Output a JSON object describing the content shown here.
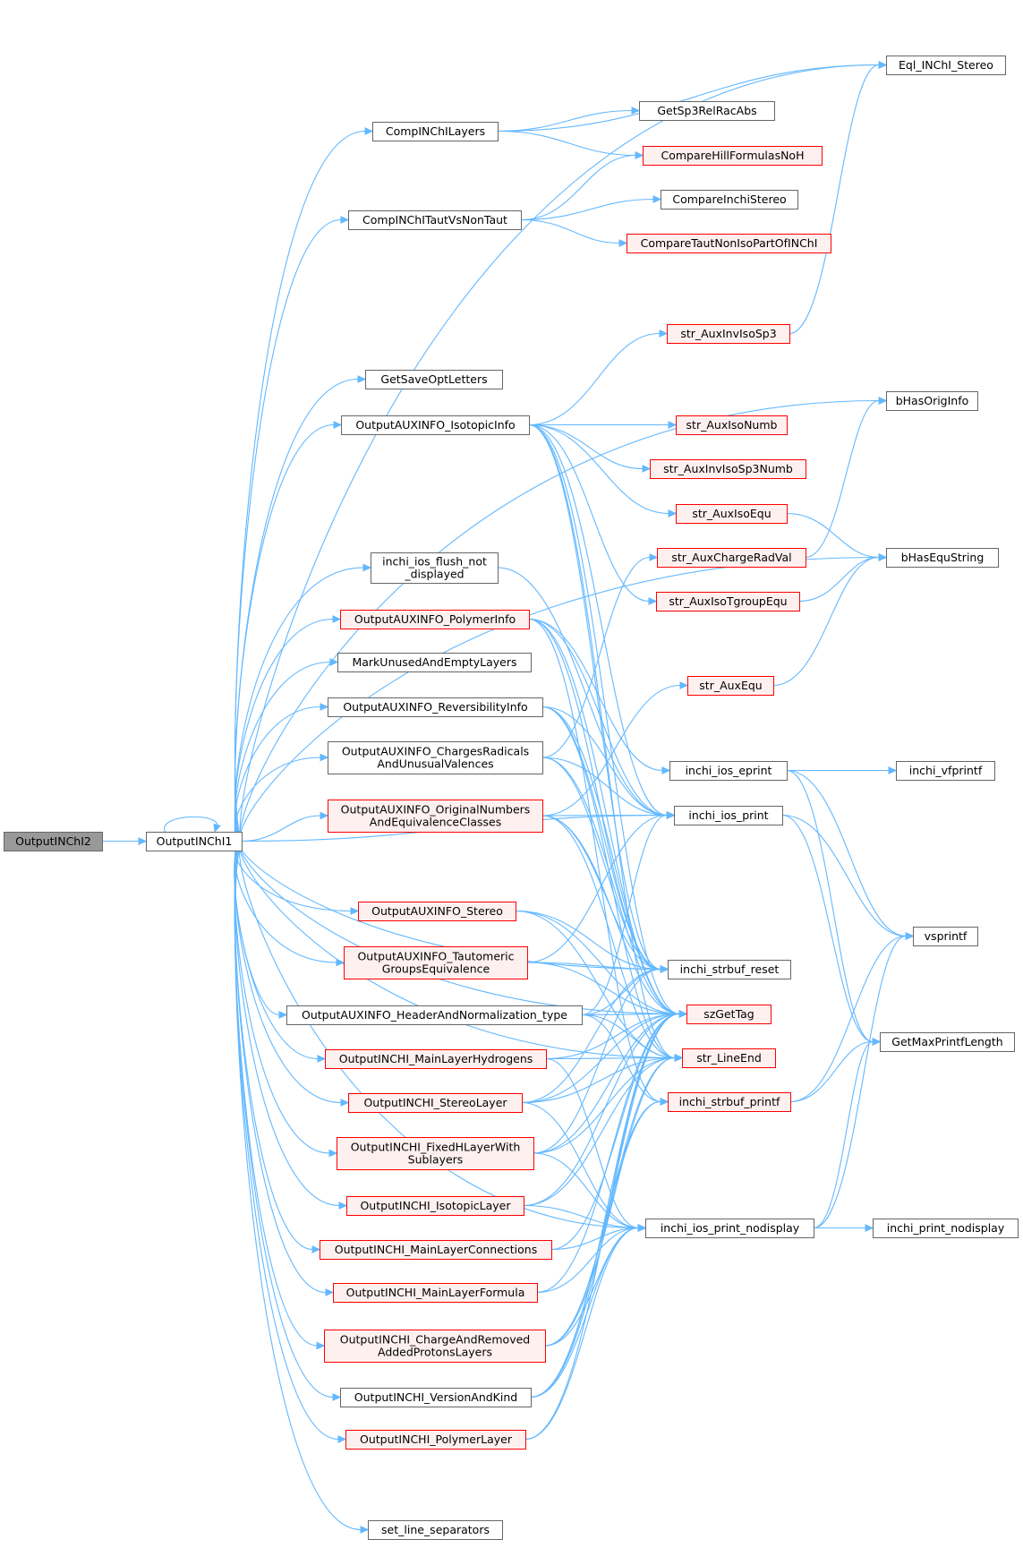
{
  "colors": {
    "edge": "#63b8ff",
    "node_plain_fill": "#ffffff",
    "node_plain_stroke": "#666666",
    "node_red_fill": "#fff0f0",
    "node_red_stroke": "#ff0000",
    "node_root_fill": "#999999",
    "node_root_stroke": "#666666"
  },
  "nodes": [
    {
      "id": "OutputINChI2",
      "label": "OutputINChI2",
      "style": "root"
    },
    {
      "id": "OutputINChI1",
      "label": "OutputINChI1",
      "style": "plain"
    },
    {
      "id": "CompINChILayers",
      "label": "CompINChILayers",
      "style": "plain"
    },
    {
      "id": "CompINChITautVsNonTaut",
      "label": "CompINChITautVsNonTaut",
      "style": "plain"
    },
    {
      "id": "GetSaveOptLetters",
      "label": "GetSaveOptLetters",
      "style": "plain"
    },
    {
      "id": "OutputAUXINFO_IsotopicInfo",
      "label": "OutputAUXINFO_IsotopicInfo",
      "style": "plain"
    },
    {
      "id": "inchi_ios_flush_not_displayed",
      "label": "inchi_ios_flush_not\n_displayed",
      "style": "plain"
    },
    {
      "id": "OutputAUXINFO_PolymerInfo",
      "label": "OutputAUXINFO_PolymerInfo",
      "style": "red"
    },
    {
      "id": "MarkUnusedAndEmptyLayers",
      "label": "MarkUnusedAndEmptyLayers",
      "style": "plain"
    },
    {
      "id": "OutputAUXINFO_ReversibilityInfo",
      "label": "OutputAUXINFO_ReversibilityInfo",
      "style": "plain"
    },
    {
      "id": "OutputAUXINFO_ChargesRadicals",
      "label": "OutputAUXINFO_ChargesRadicals\nAndUnusualValences",
      "style": "plain"
    },
    {
      "id": "OutputAUXINFO_OriginalNumbers",
      "label": "OutputAUXINFO_OriginalNumbers\nAndEquivalenceClasses",
      "style": "red"
    },
    {
      "id": "OutputAUXINFO_Stereo",
      "label": "OutputAUXINFO_Stereo",
      "style": "red"
    },
    {
      "id": "OutputAUXINFO_Tautomeric",
      "label": "OutputAUXINFO_Tautomeric\nGroupsEquivalence",
      "style": "red"
    },
    {
      "id": "OutputAUXINFO_HeaderAndNormalization_type",
      "label": "OutputAUXINFO_HeaderAndNormalization_type",
      "style": "plain"
    },
    {
      "id": "OutputINCHI_MainLayerHydrogens",
      "label": "OutputINCHI_MainLayerHydrogens",
      "style": "red"
    },
    {
      "id": "OutputINCHI_StereoLayer",
      "label": "OutputINCHI_StereoLayer",
      "style": "red"
    },
    {
      "id": "OutputINCHI_FixedHLayerWith",
      "label": "OutputINCHI_FixedHLayerWith\nSublayers",
      "style": "red"
    },
    {
      "id": "OutputINCHI_IsotopicLayer",
      "label": "OutputINCHI_IsotopicLayer",
      "style": "red"
    },
    {
      "id": "OutputINCHI_MainLayerConnections",
      "label": "OutputINCHI_MainLayerConnections",
      "style": "red"
    },
    {
      "id": "OutputINCHI_MainLayerFormula",
      "label": "OutputINCHI_MainLayerFormula",
      "style": "red"
    },
    {
      "id": "OutputINCHI_ChargeAndRemoved",
      "label": "OutputINCHI_ChargeAndRemoved\nAddedProtonsLayers",
      "style": "red"
    },
    {
      "id": "OutputINCHI_VersionAndKind",
      "label": "OutputINCHI_VersionAndKind",
      "style": "plain"
    },
    {
      "id": "OutputINCHI_PolymerLayer",
      "label": "OutputINCHI_PolymerLayer",
      "style": "red"
    },
    {
      "id": "set_line_separators",
      "label": "set_line_separators",
      "style": "plain"
    },
    {
      "id": "GetSp3RelRacAbs",
      "label": "GetSp3RelRacAbs",
      "style": "plain"
    },
    {
      "id": "CompareHillFormulasNoH",
      "label": "CompareHillFormulasNoH",
      "style": "red"
    },
    {
      "id": "CompareInchiStereo",
      "label": "CompareInchiStereo",
      "style": "plain"
    },
    {
      "id": "CompareTautNonIsoPartOfINChI",
      "label": "CompareTautNonIsoPartOfINChI",
      "style": "red"
    },
    {
      "id": "str_AuxInvIsoSp3",
      "label": "str_AuxInvIsoSp3",
      "style": "red"
    },
    {
      "id": "str_AuxIsoNumb",
      "label": "str_AuxIsoNumb",
      "style": "red"
    },
    {
      "id": "str_AuxInvIsoSp3Numb",
      "label": "str_AuxInvIsoSp3Numb",
      "style": "red"
    },
    {
      "id": "str_AuxIsoEqu",
      "label": "str_AuxIsoEqu",
      "style": "red"
    },
    {
      "id": "str_AuxChargeRadVal",
      "label": "str_AuxChargeRadVal",
      "style": "red"
    },
    {
      "id": "str_AuxIsoTgroupEqu",
      "label": "str_AuxIsoTgroupEqu",
      "style": "red"
    },
    {
      "id": "str_AuxEqu",
      "label": "str_AuxEqu",
      "style": "red"
    },
    {
      "id": "inchi_ios_eprint",
      "label": "inchi_ios_eprint",
      "style": "plain"
    },
    {
      "id": "inchi_ios_print",
      "label": "inchi_ios_print",
      "style": "plain"
    },
    {
      "id": "inchi_strbuf_reset",
      "label": "inchi_strbuf_reset",
      "style": "plain"
    },
    {
      "id": "szGetTag",
      "label": "szGetTag",
      "style": "red"
    },
    {
      "id": "str_LineEnd",
      "label": "str_LineEnd",
      "style": "red"
    },
    {
      "id": "inchi_strbuf_printf",
      "label": "inchi_strbuf_printf",
      "style": "red"
    },
    {
      "id": "inchi_ios_print_nodisplay",
      "label": "inchi_ios_print_nodisplay",
      "style": "plain"
    },
    {
      "id": "Eql_INChI_Stereo",
      "label": "Eql_INChI_Stereo",
      "style": "plain"
    },
    {
      "id": "bHasOrigInfo",
      "label": "bHasOrigInfo",
      "style": "plain"
    },
    {
      "id": "bHasEquString",
      "label": "bHasEquString",
      "style": "plain"
    },
    {
      "id": "inchi_vfprintf",
      "label": "inchi_vfprintf",
      "style": "plain"
    },
    {
      "id": "vsprintf",
      "label": "vsprintf",
      "style": "plain"
    },
    {
      "id": "GetMaxPrintfLength",
      "label": "GetMaxPrintfLength",
      "style": "plain"
    },
    {
      "id": "inchi_print_nodisplay",
      "label": "inchi_print_nodisplay",
      "style": "plain"
    }
  ],
  "edges": [
    [
      "OutputINChI2",
      "OutputINChI1"
    ],
    [
      "OutputINChI1",
      "OutputINChI1"
    ],
    [
      "OutputINChI1",
      "CompINChILayers"
    ],
    [
      "OutputINChI1",
      "CompINChITautVsNonTaut"
    ],
    [
      "OutputINChI1",
      "GetSaveOptLetters"
    ],
    [
      "OutputINChI1",
      "OutputAUXINFO_IsotopicInfo"
    ],
    [
      "OutputINChI1",
      "inchi_ios_flush_not_displayed"
    ],
    [
      "OutputINChI1",
      "OutputAUXINFO_PolymerInfo"
    ],
    [
      "OutputINChI1",
      "MarkUnusedAndEmptyLayers"
    ],
    [
      "OutputINChI1",
      "OutputAUXINFO_ReversibilityInfo"
    ],
    [
      "OutputINChI1",
      "OutputAUXINFO_ChargesRadicals"
    ],
    [
      "OutputINChI1",
      "OutputAUXINFO_OriginalNumbers"
    ],
    [
      "OutputINChI1",
      "OutputAUXINFO_Stereo"
    ],
    [
      "OutputINChI1",
      "OutputAUXINFO_Tautomeric"
    ],
    [
      "OutputINChI1",
      "OutputAUXINFO_HeaderAndNormalization_type"
    ],
    [
      "OutputINChI1",
      "OutputINCHI_MainLayerHydrogens"
    ],
    [
      "OutputINChI1",
      "OutputINCHI_StereoLayer"
    ],
    [
      "OutputINChI1",
      "OutputINCHI_FixedHLayerWith"
    ],
    [
      "OutputINChI1",
      "OutputINCHI_IsotopicLayer"
    ],
    [
      "OutputINChI1",
      "OutputINCHI_MainLayerConnections"
    ],
    [
      "OutputINChI1",
      "OutputINCHI_MainLayerFormula"
    ],
    [
      "OutputINChI1",
      "OutputINCHI_ChargeAndRemoved"
    ],
    [
      "OutputINChI1",
      "OutputINCHI_VersionAndKind"
    ],
    [
      "OutputINChI1",
      "OutputINCHI_PolymerLayer"
    ],
    [
      "OutputINChI1",
      "set_line_separators"
    ],
    [
      "OutputINChI1",
      "Eql_INChI_Stereo"
    ],
    [
      "OutputINChI1",
      "bHasOrigInfo"
    ],
    [
      "OutputINChI1",
      "bHasEquString"
    ],
    [
      "OutputINChI1",
      "inchi_ios_print"
    ],
    [
      "OutputINChI1",
      "inchi_strbuf_reset"
    ],
    [
      "OutputINChI1",
      "inchi_ios_print_nodisplay"
    ],
    [
      "OutputINChI1",
      "szGetTag"
    ],
    [
      "OutputINChI1",
      "str_LineEnd"
    ],
    [
      "CompINChILayers",
      "Eql_INChI_Stereo"
    ],
    [
      "CompINChILayers",
      "GetSp3RelRacAbs"
    ],
    [
      "CompINChILayers",
      "CompareHillFormulasNoH"
    ],
    [
      "CompINChITautVsNonTaut",
      "CompareHillFormulasNoH"
    ],
    [
      "CompINChITautVsNonTaut",
      "CompareInchiStereo"
    ],
    [
      "CompINChITautVsNonTaut",
      "CompareTautNonIsoPartOfINChI"
    ],
    [
      "OutputAUXINFO_IsotopicInfo",
      "str_AuxInvIsoSp3"
    ],
    [
      "OutputAUXINFO_IsotopicInfo",
      "str_AuxIsoNumb"
    ],
    [
      "OutputAUXINFO_IsotopicInfo",
      "str_AuxInvIsoSp3Numb"
    ],
    [
      "OutputAUXINFO_IsotopicInfo",
      "str_AuxIsoEqu"
    ],
    [
      "OutputAUXINFO_IsotopicInfo",
      "str_AuxIsoTgroupEqu"
    ],
    [
      "OutputAUXINFO_IsotopicInfo",
      "inchi_ios_print"
    ],
    [
      "OutputAUXINFO_IsotopicInfo",
      "inchi_strbuf_reset"
    ],
    [
      "OutputAUXINFO_IsotopicInfo",
      "szGetTag"
    ],
    [
      "OutputAUXINFO_IsotopicInfo",
      "str_LineEnd"
    ],
    [
      "inchi_ios_flush_not_displayed",
      "inchi_ios_print"
    ],
    [
      "OutputAUXINFO_PolymerInfo",
      "inchi_ios_print"
    ],
    [
      "OutputAUXINFO_PolymerInfo",
      "inchi_strbuf_reset"
    ],
    [
      "OutputAUXINFO_PolymerInfo",
      "szGetTag"
    ],
    [
      "OutputAUXINFO_PolymerInfo",
      "inchi_strbuf_printf"
    ],
    [
      "OutputAUXINFO_PolymerInfo",
      "inchi_ios_eprint"
    ],
    [
      "OutputAUXINFO_ReversibilityInfo",
      "inchi_ios_print"
    ],
    [
      "OutputAUXINFO_ReversibilityInfo",
      "inchi_strbuf_reset"
    ],
    [
      "OutputAUXINFO_ReversibilityInfo",
      "szGetTag"
    ],
    [
      "OutputAUXINFO_ReversibilityInfo",
      "str_LineEnd"
    ],
    [
      "OutputAUXINFO_ChargesRadicals",
      "str_AuxChargeRadVal"
    ],
    [
      "OutputAUXINFO_ChargesRadicals",
      "inchi_ios_print"
    ],
    [
      "OutputAUXINFO_ChargesRadicals",
      "inchi_strbuf_reset"
    ],
    [
      "OutputAUXINFO_ChargesRadicals",
      "szGetTag"
    ],
    [
      "OutputAUXINFO_OriginalNumbers",
      "str_AuxEqu"
    ],
    [
      "OutputAUXINFO_OriginalNumbers",
      "inchi_ios_print"
    ],
    [
      "OutputAUXINFO_OriginalNumbers",
      "inchi_strbuf_reset"
    ],
    [
      "OutputAUXINFO_OriginalNumbers",
      "szGetTag"
    ],
    [
      "OutputAUXINFO_OriginalNumbers",
      "str_LineEnd"
    ],
    [
      "OutputAUXINFO_Stereo",
      "inchi_strbuf_reset"
    ],
    [
      "OutputAUXINFO_Stereo",
      "szGetTag"
    ],
    [
      "OutputAUXINFO_Stereo",
      "str_LineEnd"
    ],
    [
      "OutputAUXINFO_Tautomeric",
      "inchi_strbuf_reset"
    ],
    [
      "OutputAUXINFO_Tautomeric",
      "szGetTag"
    ],
    [
      "OutputAUXINFO_Tautomeric",
      "inchi_ios_print"
    ],
    [
      "OutputAUXINFO_HeaderAndNormalization_type",
      "inchi_ios_print"
    ],
    [
      "OutputAUXINFO_HeaderAndNormalization_type",
      "szGetTag"
    ],
    [
      "OutputAUXINFO_HeaderAndNormalization_type",
      "str_LineEnd"
    ],
    [
      "OutputAUXINFO_HeaderAndNormalization_type",
      "inchi_strbuf_printf"
    ],
    [
      "OutputAUXINFO_HeaderAndNormalization_type",
      "inchi_strbuf_reset"
    ],
    [
      "OutputINCHI_MainLayerHydrogens",
      "szGetTag"
    ],
    [
      "OutputINCHI_MainLayerHydrogens",
      "str_LineEnd"
    ],
    [
      "OutputINCHI_MainLayerHydrogens",
      "inchi_ios_print_nodisplay"
    ],
    [
      "OutputINCHI_StereoLayer",
      "szGetTag"
    ],
    [
      "OutputINCHI_StereoLayer",
      "str_LineEnd"
    ],
    [
      "OutputINCHI_StereoLayer",
      "inchi_ios_print_nodisplay"
    ],
    [
      "OutputINCHI_StereoLayer",
      "inchi_strbuf_reset"
    ],
    [
      "OutputINCHI_FixedHLayerWith",
      "szGetTag"
    ],
    [
      "OutputINCHI_FixedHLayerWith",
      "str_LineEnd"
    ],
    [
      "OutputINCHI_FixedHLayerWith",
      "inchi_ios_print_nodisplay"
    ],
    [
      "OutputINCHI_FixedHLayerWith",
      "inchi_strbuf_reset"
    ],
    [
      "OutputINCHI_IsotopicLayer",
      "szGetTag"
    ],
    [
      "OutputINCHI_IsotopicLayer",
      "str_LineEnd"
    ],
    [
      "OutputINCHI_IsotopicLayer",
      "inchi_ios_print_nodisplay"
    ],
    [
      "OutputINCHI_MainLayerConnections",
      "szGetTag"
    ],
    [
      "OutputINCHI_MainLayerConnections",
      "inchi_ios_print_nodisplay"
    ],
    [
      "OutputINCHI_MainLayerFormula",
      "szGetTag"
    ],
    [
      "OutputINCHI_MainLayerFormula",
      "inchi_ios_print_nodisplay"
    ],
    [
      "OutputINCHI_ChargeAndRemoved",
      "szGetTag"
    ],
    [
      "OutputINCHI_ChargeAndRemoved",
      "str_LineEnd"
    ],
    [
      "OutputINCHI_ChargeAndRemoved",
      "inchi_ios_print_nodisplay"
    ],
    [
      "OutputINCHI_ChargeAndRemoved",
      "inchi_strbuf_printf"
    ],
    [
      "OutputINCHI_VersionAndKind",
      "szGetTag"
    ],
    [
      "OutputINCHI_VersionAndKind",
      "str_LineEnd"
    ],
    [
      "OutputINCHI_VersionAndKind",
      "inchi_ios_print_nodisplay"
    ],
    [
      "OutputINCHI_VersionAndKind",
      "inchi_strbuf_printf"
    ],
    [
      "OutputINCHI_PolymerLayer",
      "szGetTag"
    ],
    [
      "OutputINCHI_PolymerLayer",
      "inchi_ios_print_nodisplay"
    ],
    [
      "str_AuxInvIsoSp3",
      "Eql_INChI_Stereo"
    ],
    [
      "str_AuxIsoEqu",
      "bHasEquString"
    ],
    [
      "str_AuxChargeRadVal",
      "bHasOrigInfo"
    ],
    [
      "str_AuxIsoTgroupEqu",
      "bHasEquString"
    ],
    [
      "str_AuxEqu",
      "bHasEquString"
    ],
    [
      "inchi_ios_eprint",
      "inchi_vfprintf"
    ],
    [
      "inchi_ios_eprint",
      "vsprintf"
    ],
    [
      "inchi_ios_eprint",
      "GetMaxPrintfLength"
    ],
    [
      "inchi_ios_print",
      "vsprintf"
    ],
    [
      "inchi_ios_print",
      "GetMaxPrintfLength"
    ],
    [
      "inchi_strbuf_printf",
      "vsprintf"
    ],
    [
      "inchi_strbuf_printf",
      "GetMaxPrintfLength"
    ],
    [
      "inchi_ios_print_nodisplay",
      "inchi_print_nodisplay"
    ],
    [
      "inchi_ios_print_nodisplay",
      "vsprintf"
    ],
    [
      "inchi_ios_print_nodisplay",
      "GetMaxPrintfLength"
    ]
  ]
}
